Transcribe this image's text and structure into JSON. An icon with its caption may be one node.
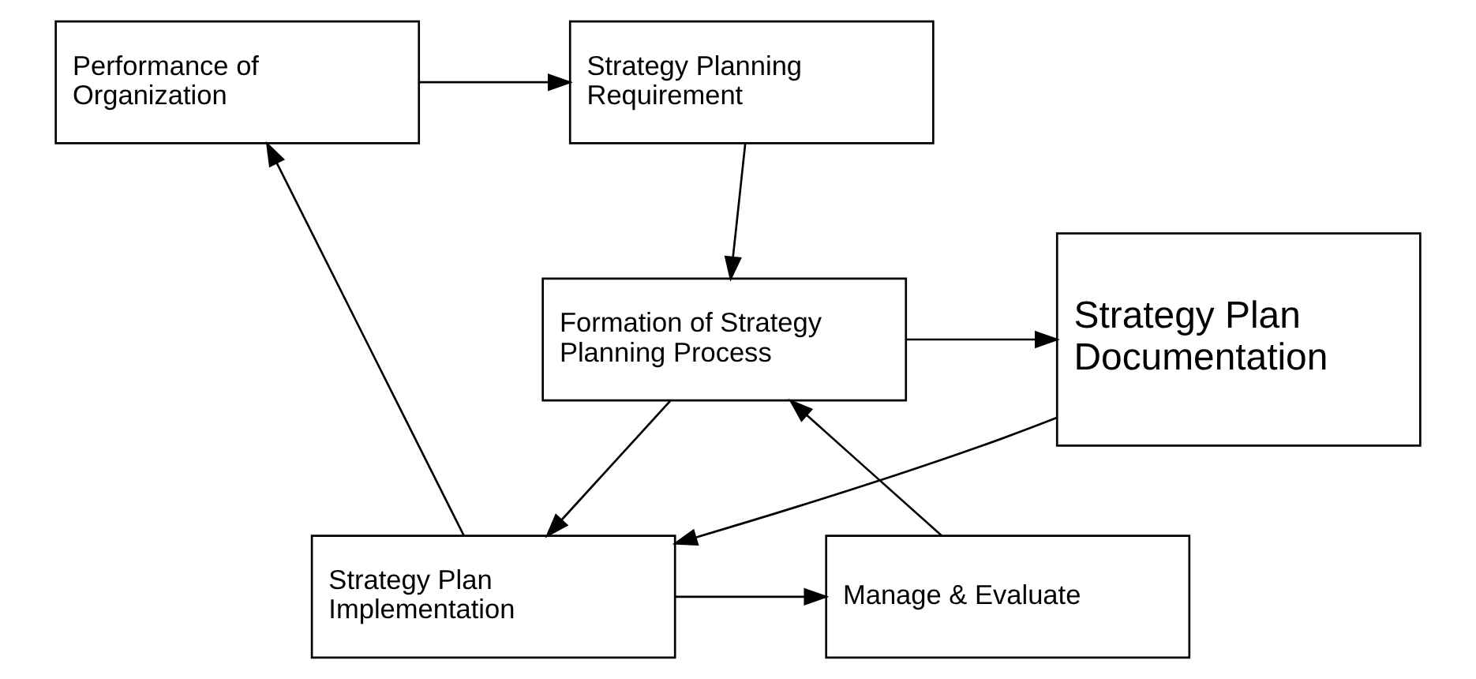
{
  "diagram": {
    "nodes": [
      {
        "text": [
          "Strategy Planning Requirement"
        ]
      },
      {
        "text": [
          "Performance of Organization"
        ]
      },
      {
        "text": [
          "Strategy Plan Documentation"
        ]
      },
      {
        "text": [
          "Formation of Strategy Planning Process"
        ]
      },
      {
        "text": [
          "Manage & Evaluate"
        ]
      },
      {
        "text": [
          "Strategy Plan Implementation"
        ]
      }
    ],
    "edges": [
      {
        "from": 1,
        "to": 0,
        "arrow": "to"
      },
      {
        "from": 0,
        "to": 3,
        "arrow": "to"
      },
      {
        "from": 3,
        "to": 2,
        "arrow": "to"
      },
      {
        "from": 2,
        "to": 5,
        "arrow": "to"
      },
      {
        "from": 3,
        "to": 5,
        "arrow": "to"
      },
      {
        "from": 5,
        "to": 4,
        "arrow": "to"
      },
      {
        "from": 4,
        "to": 3,
        "arrow": "to"
      },
      {
        "from": 5,
        "to": 1,
        "arrow": "to"
      }
    ]
  }
}
